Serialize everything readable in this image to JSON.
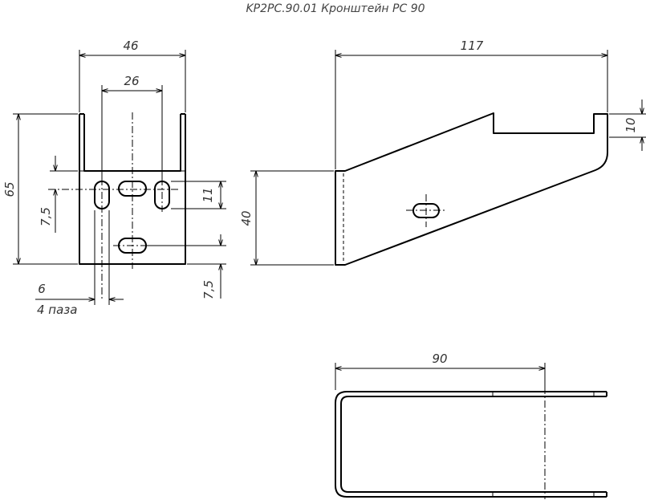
{
  "title": "KP2PC.90.01 Кронштейн РС 90",
  "front_view": {
    "dim_width": "46",
    "dim_slot_spacing": "26",
    "dim_height": "65",
    "dim_slot_offset": "7,5",
    "dim_slot_length": "11",
    "dim_slot_bottom": "7,5",
    "dim_slot_width": "6",
    "slot_count_note": "4 паза"
  },
  "side_view": {
    "dim_length": "117",
    "dim_lip_height": "10",
    "dim_back_height": "40"
  },
  "top_view": {
    "dim_length": "90"
  }
}
